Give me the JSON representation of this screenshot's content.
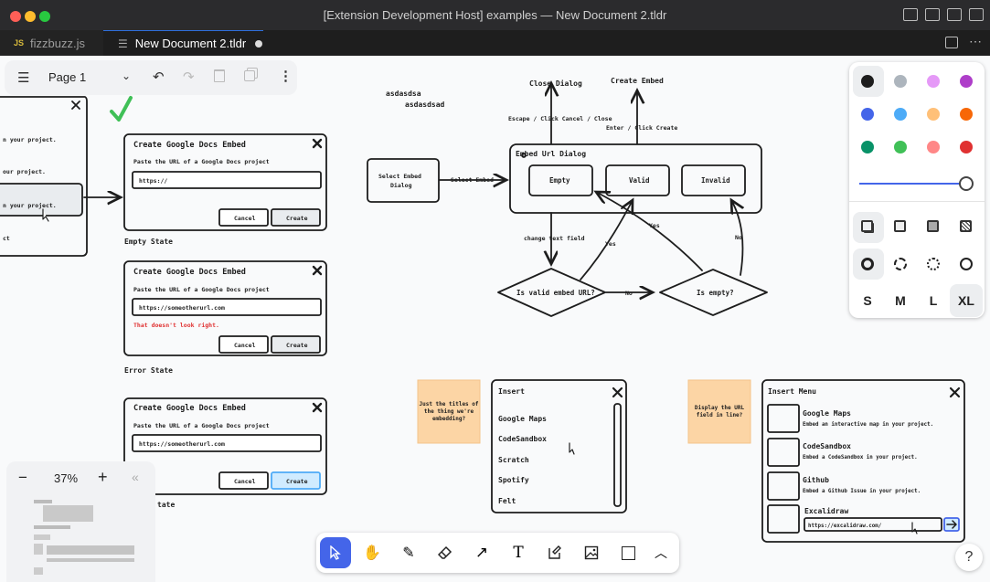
{
  "window": {
    "title": "[Extension Development Host] examples — New Document 2.tldr"
  },
  "tabs": [
    {
      "label": "fizzbuzz.js",
      "badge": "JS"
    },
    {
      "label": "New Document 2.tldr"
    }
  ],
  "menu": {
    "page_label": "Page 1"
  },
  "colors": {
    "accent": "#4465e9",
    "sticky": "#fcd5a5"
  },
  "styles": {
    "sizes": [
      "S",
      "M",
      "L",
      "XL"
    ],
    "swatches": [
      "#1d1d1d",
      "#adb5bd",
      "#e599f7",
      "#ae3ec9",
      "#4465e9",
      "#4dabf7",
      "#ffc078",
      "#f76707",
      "#099268",
      "#40c057",
      "#ff8787",
      "#e03131"
    ]
  },
  "zoom": {
    "value": "37%",
    "minus": "−",
    "plus": "+",
    "collapse": "«"
  },
  "help": {
    "label": "?"
  },
  "canvas": {
    "left_dialog": {
      "lines": [
        "n your project.",
        "our project.",
        "n your project.",
        "ct"
      ]
    },
    "dialogs": [
      {
        "title": "Create Google Docs Embed",
        "prompt": "Paste the URL of a Google Docs project",
        "value": "https://",
        "error": "",
        "cancel": "Cancel",
        "create": "Create",
        "caption": "Empty State"
      },
      {
        "title": "Create Google Docs Embed",
        "prompt": "Paste the URL of a Google Docs project",
        "value": "https://someotherurl.com",
        "error": "That doesn't look right.",
        "cancel": "Cancel",
        "create": "Create",
        "caption": "Error State"
      },
      {
        "title": "Create Google Docs Embed",
        "prompt": "Paste the URL of a Google Docs project",
        "value": "https://someotherurl.com",
        "error": "",
        "cancel": "Cancel",
        "create": "Create",
        "caption": "tate"
      }
    ],
    "text1": "asdasdsa",
    "text2": "asdasdsad",
    "flow": {
      "select_box": "Select Embed Dialog",
      "select_arrow": "Select Embed",
      "close_dialog": "Close Dialog",
      "escape_label": "Escape / Click Cancel / Close",
      "create_embed": "Create Embed",
      "enter_label": "Enter / Click Create",
      "group_title": "Embed Url Dialog",
      "empty": "Empty",
      "valid": "Valid",
      "invalid": "Invalid",
      "change_label": "change text field",
      "yes1": "Yes",
      "yes2": "Yes",
      "no1": "No",
      "no2": "No",
      "diamond1": "Is valid embed URL?",
      "diamond2": "Is empty?"
    },
    "sticky1": "Just the titles of the thing we're embedding?",
    "sticky2": "Display the URL field in line?",
    "insert": {
      "title": "Insert",
      "items": [
        "Google Maps",
        "CodeSandbox",
        "Scratch",
        "Spotify",
        "Felt"
      ]
    },
    "insert_menu": {
      "title": "Insert Menu",
      "items": [
        {
          "name": "Google Maps",
          "desc": "Embed an interactive map in your project."
        },
        {
          "name": "CodeSandbox",
          "desc": "Embed a CodeSandbox in your project."
        },
        {
          "name": "Github",
          "desc": "Embed a Github Issue in your project."
        },
        {
          "name": "Excalidraw",
          "desc": ""
        }
      ],
      "url": "https://excalidraw.com/"
    }
  }
}
